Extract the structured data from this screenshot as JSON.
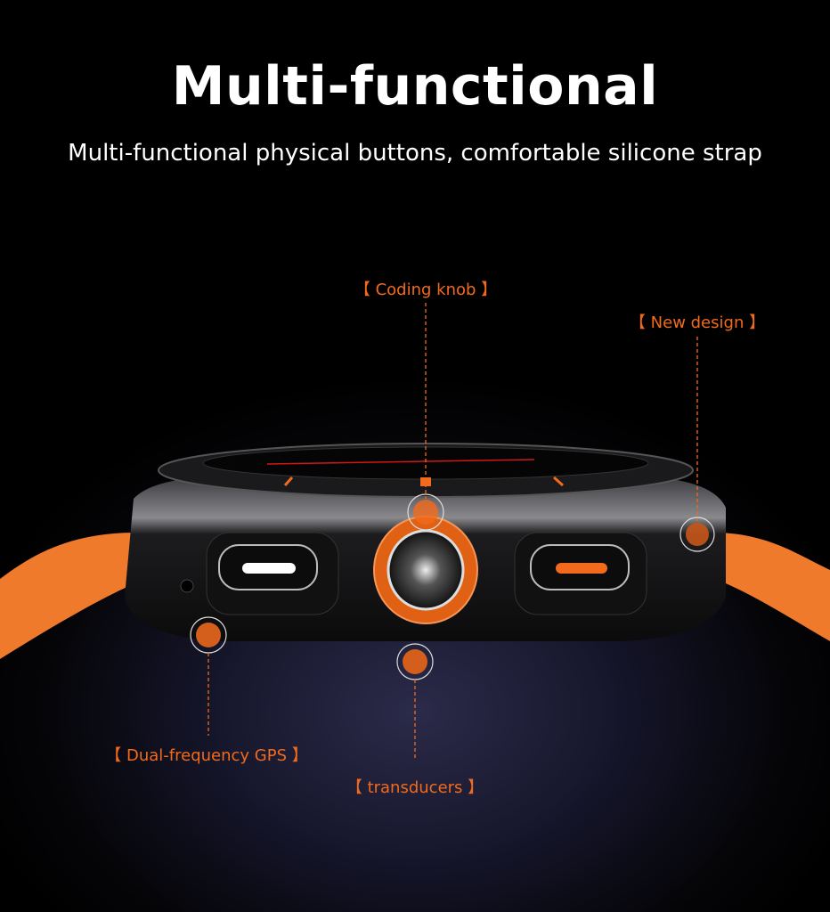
{
  "header": {
    "title": "Multi-functional",
    "subtitle": "Multi-functional physical buttons, comfortable silicone strap"
  },
  "callouts": [
    {
      "id": "coding-knob",
      "label": "【 Coding knob 】"
    },
    {
      "id": "new-design",
      "label": "【 New design 】"
    },
    {
      "id": "dual-frequency-gps",
      "label": "【 Dual-frequency GPS 】"
    },
    {
      "id": "transducers",
      "label": "【 transducers 】"
    }
  ],
  "colors": {
    "accent": "#f26a1b",
    "strap": "#f07a2c",
    "background": "#000000",
    "glow": "#2b2b4a"
  }
}
